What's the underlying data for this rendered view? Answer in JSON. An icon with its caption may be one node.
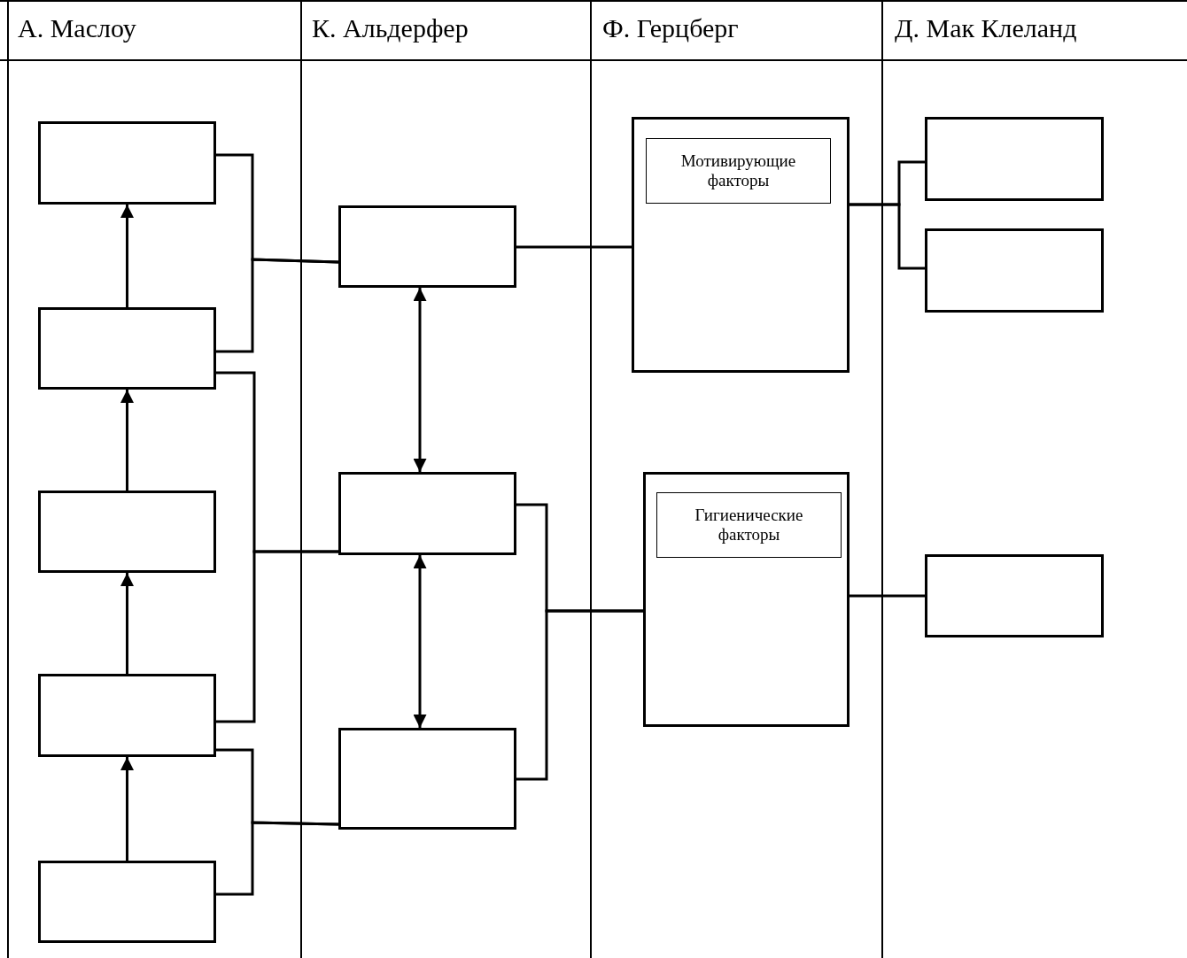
{
  "diagram": {
    "nodes": [
      {
        "text": [],
        "shape": "box"
      },
      {
        "text": [],
        "shape": "box"
      },
      {
        "text": [],
        "shape": "box"
      },
      {
        "text": [],
        "shape": "box"
      },
      {
        "text": [],
        "shape": "box"
      },
      {
        "text": [],
        "shape": "box"
      },
      {
        "text": [],
        "shape": "box"
      },
      {
        "text": [],
        "shape": "box"
      },
      {
        "text": [],
        "shape": "box"
      },
      {
        "text": [
          "Мотивирующие факторы"
        ],
        "in": 8
      },
      {
        "text": [],
        "shape": "box"
      },
      {
        "text": [
          "Гигиенические факторы"
        ],
        "in": 10
      },
      {
        "text": [],
        "shape": "box"
      },
      {
        "text": [],
        "shape": "box"
      },
      {
        "text": [],
        "shape": "box"
      }
    ],
    "edges": [
      {
        "from": 1,
        "to": 0,
        "arrow": "to"
      },
      {
        "from": 2,
        "to": 1,
        "arrow": "to"
      },
      {
        "from": 3,
        "to": 2,
        "arrow": "to"
      },
      {
        "from": 4,
        "to": 3,
        "arrow": "to"
      },
      {
        "from": 0,
        "to": 5,
        "arrow": "none"
      },
      {
        "from": 1,
        "to": 5,
        "arrow": "none"
      },
      {
        "from": 5,
        "to": 6,
        "arrow": "both"
      },
      {
        "from": 6,
        "to": 7,
        "arrow": "both"
      },
      {
        "from": 1,
        "to": 6,
        "arrow": "none"
      },
      {
        "from": 3,
        "to": 6,
        "arrow": "none"
      },
      {
        "from": 3,
        "to": 7,
        "arrow": "none"
      },
      {
        "from": 4,
        "to": 7,
        "arrow": "none"
      },
      {
        "from": 5,
        "to": 8,
        "arrow": "none"
      },
      {
        "from": 6,
        "to": 10,
        "arrow": "none"
      },
      {
        "from": 7,
        "to": 10,
        "arrow": "none"
      },
      {
        "from": 8,
        "to": 12,
        "arrow": "none"
      },
      {
        "from": 8,
        "to": 13,
        "arrow": "none"
      },
      {
        "from": 10,
        "to": 14,
        "arrow": "none"
      }
    ],
    "labels": [
      "А. Маслоу",
      "К. Альдерфер",
      "Ф. Герцберг",
      "Д. Мак Клеланд"
    ]
  }
}
